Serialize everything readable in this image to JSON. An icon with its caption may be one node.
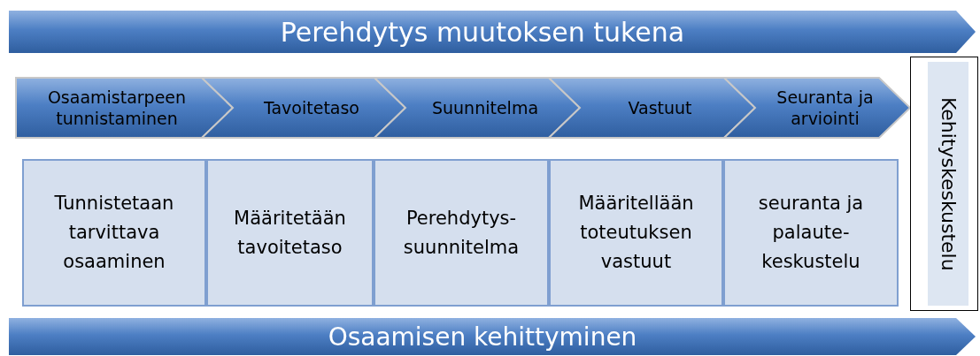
{
  "diagram": {
    "nodes": [
      {
        "text": [
          "Perehdytys muutoksen tukena"
        ]
      },
      {
        "text": [
          "Osaamistarpeen tunnistaminen"
        ]
      },
      {
        "text": [
          "Tavoitetaso"
        ]
      },
      {
        "text": [
          "Suunnitelma"
        ]
      },
      {
        "text": [
          "Vastuut"
        ]
      },
      {
        "text": [
          "Seuranta ja arviointi"
        ]
      },
      {
        "text": [
          "Tunnistetaan tarvittava osaaminen"
        ]
      },
      {
        "text": [
          "Määritetään tavoitetaso"
        ]
      },
      {
        "text": [
          "Perehdytys- suunnitelma"
        ]
      },
      {
        "text": [
          "Määritellään toteutuksen vastuut"
        ]
      },
      {
        "text": [
          "seuranta ja palaute- keskustelu"
        ]
      },
      {
        "text": [
          "Kehityskeskustelu"
        ]
      },
      {
        "text": [
          "Osaamisen kehittyminen"
        ]
      }
    ]
  }
}
